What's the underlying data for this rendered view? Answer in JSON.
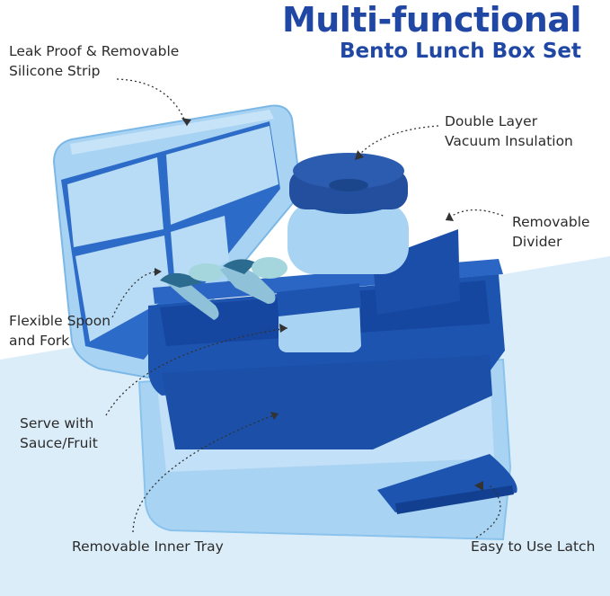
{
  "title": "Multi-functional",
  "subtitle": "Bento Lunch Box Set",
  "callouts": {
    "leak_proof": [
      "Leak Proof & Removable",
      "Silicone Strip"
    ],
    "insulation": [
      "Double Layer",
      "Vacuum Insulation"
    ],
    "divider": [
      "Removable",
      "Divider"
    ],
    "spoon_fork": [
      "Flexible Spoon",
      "and Fork"
    ],
    "sauce": [
      "Serve with",
      "Sauce/Fruit"
    ],
    "inner_tray": "Removable Inner Tray",
    "latch": "Easy to Use Latch"
  },
  "colors": {
    "title_blue": "#1f47a3",
    "light_blue": "#a9d3f3",
    "deep_blue": "#1d54b0",
    "background_panel": "#dcedfa"
  }
}
